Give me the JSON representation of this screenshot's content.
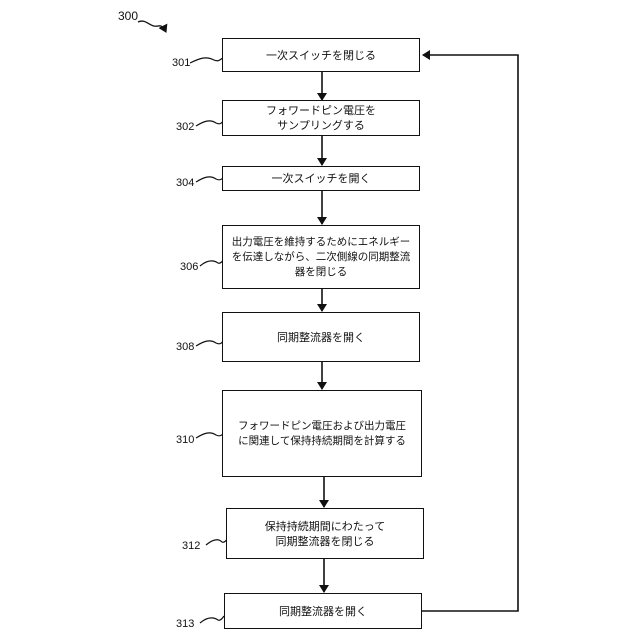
{
  "figure_number": "300",
  "steps": [
    {
      "ref": "301",
      "text": "一次スイッチを閉じる"
    },
    {
      "ref": "302",
      "text": "フォワードピン電圧を\nサンプリングする"
    },
    {
      "ref": "304",
      "text": "一次スイッチを開く"
    },
    {
      "ref": "306",
      "text": "出力電圧を維持するためにエネルギー\nを伝達しながら、二次側線の同期整流\n器を閉じる"
    },
    {
      "ref": "308",
      "text": "同期整流器を開く"
    },
    {
      "ref": "310",
      "text": "フォワードピン電圧および出力電圧\nに関連して保持持続期間を計算する"
    },
    {
      "ref": "312",
      "text": "保持持続期間にわたって\n同期整流器を閉じる"
    },
    {
      "ref": "313",
      "text": "同期整流器を開く"
    }
  ]
}
